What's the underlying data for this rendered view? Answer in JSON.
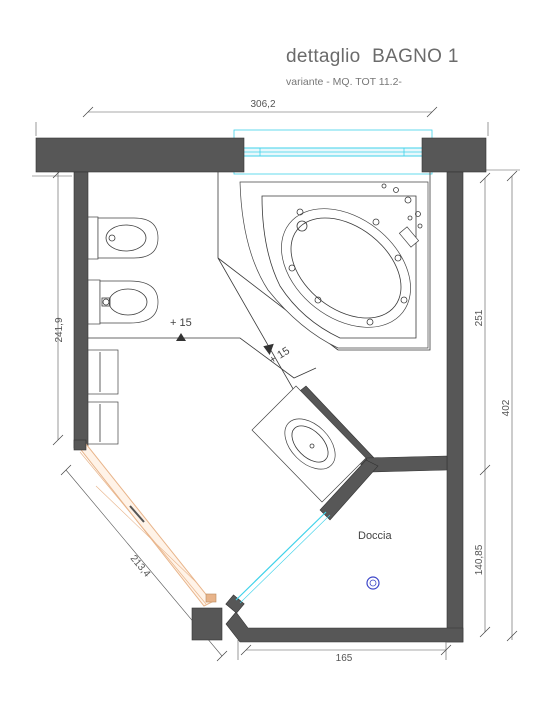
{
  "title": {
    "prefix": "dettaglio",
    "main": "BAGNO 1"
  },
  "subtitle": "variante - MQ. TOT 11.2-",
  "dimensions": {
    "top_width": "306,2",
    "left_height": "241,9",
    "right_upper": "251",
    "right_total": "402",
    "right_lower": "140,85",
    "bottom_width": "165",
    "diagonal": "213,4"
  },
  "levels": {
    "floor_level_1": "+ 15",
    "floor_level_2": "+ 15"
  },
  "rooms": {
    "shower": "Doccia"
  },
  "colors": {
    "wall": "#575757",
    "window_glass": "#3fd2ea",
    "door": "#e8b48a",
    "drain": "#3d46c8"
  }
}
